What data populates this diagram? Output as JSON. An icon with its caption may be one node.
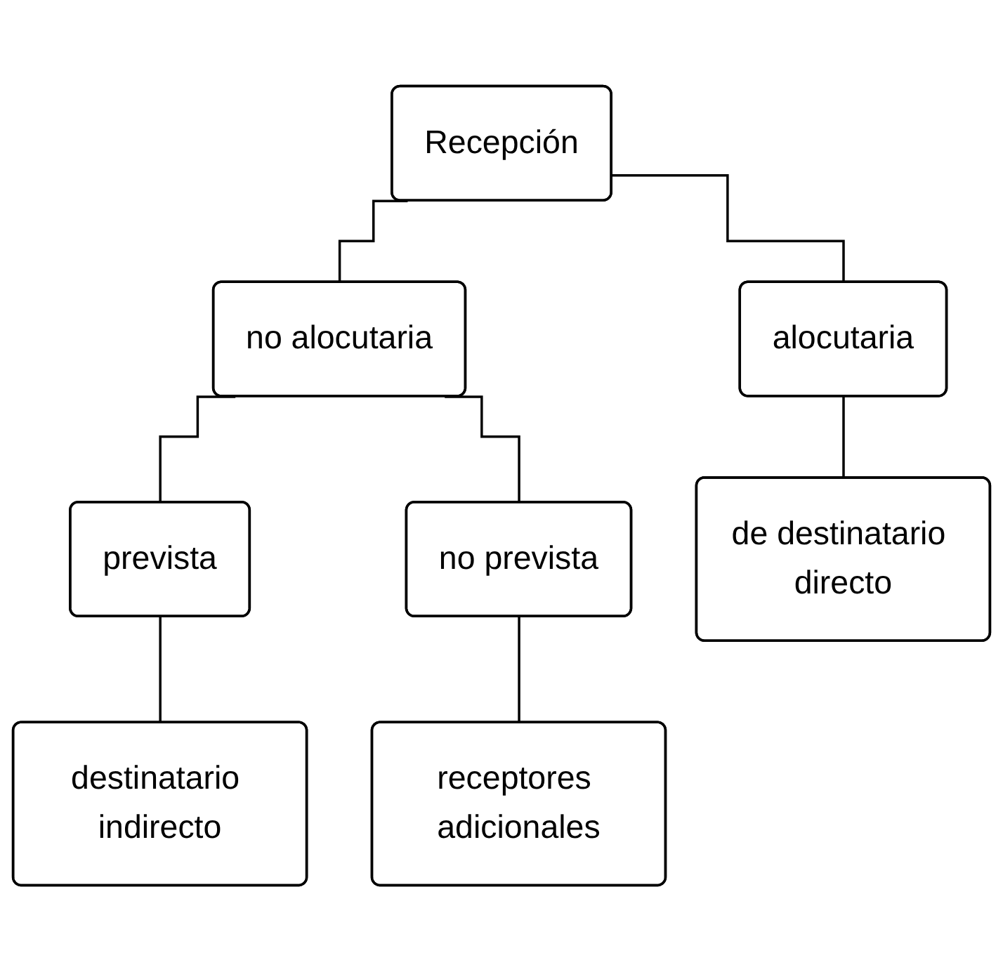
{
  "diagram": {
    "nodes": [
      {
        "text": [
          "Recepción"
        ]
      },
      {
        "text": [
          "no alocutaria"
        ]
      },
      {
        "text": [
          "alocutaria"
        ]
      },
      {
        "text": [
          "prevista"
        ]
      },
      {
        "text": [
          "no prevista"
        ]
      },
      {
        "text": [
          "de destinatario directo"
        ]
      },
      {
        "text": [
          "destinatario indirecto"
        ]
      },
      {
        "text": [
          "receptores adicionales"
        ]
      }
    ],
    "edges": [
      {
        "from": 0,
        "to": 1,
        "arrow": "none"
      },
      {
        "from": 0,
        "to": 2,
        "arrow": "none"
      },
      {
        "from": 1,
        "to": 3,
        "arrow": "none"
      },
      {
        "from": 1,
        "to": 4,
        "arrow": "none"
      },
      {
        "from": 2,
        "to": 5,
        "arrow": "none"
      },
      {
        "from": 3,
        "to": 6,
        "arrow": "none"
      },
      {
        "from": 4,
        "to": 7,
        "arrow": "none"
      }
    ]
  }
}
